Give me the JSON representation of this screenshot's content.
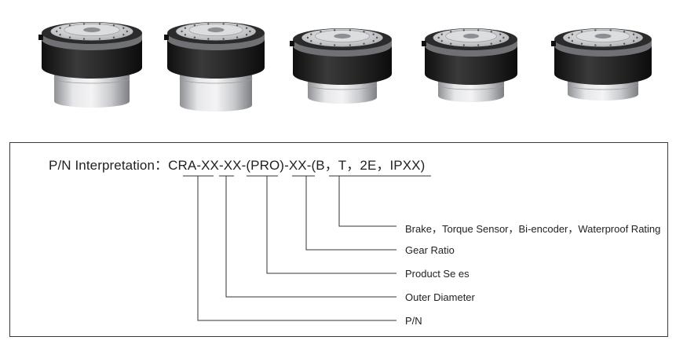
{
  "products": [
    {
      "name": "actuator-1"
    },
    {
      "name": "actuator-2"
    },
    {
      "name": "actuator-3"
    },
    {
      "name": "actuator-4"
    },
    {
      "name": "actuator-5"
    }
  ],
  "pn": {
    "heading": "P/N Interpretation：",
    "code_prefix": "CRA",
    "sep1": " - ",
    "code_diameter_series": "XX-XX",
    "sep2": " - ",
    "code_pro": "(PRO)",
    "sep3": " - ",
    "code_ratio": "XX",
    "sep4": " - ",
    "code_options": "(B，T，2E，IPXX)"
  },
  "legend": [
    {
      "label": "Brake，Torque Sensor，Bi-encoder，Waterproof Rating"
    },
    {
      "label": "Gear Ratio"
    },
    {
      "label": "Product Se  es"
    },
    {
      "label": "Outer Diameter"
    },
    {
      "label": "P/N"
    }
  ],
  "colors": {
    "line": "#333333",
    "ring_dark": "#1e1e1e",
    "metal_light": "#d9dadc",
    "metal_mid": "#a7a9ad"
  }
}
